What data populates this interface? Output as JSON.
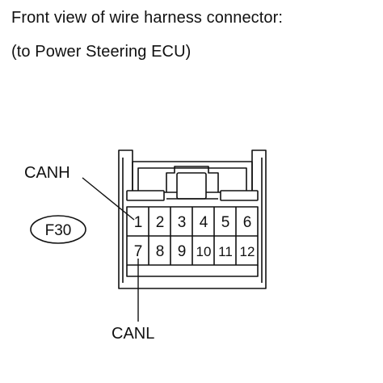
{
  "caption": {
    "line1": "Front view of wire harness connector:",
    "line2": "(to Power Steering ECU)"
  },
  "connector": {
    "code": "F30",
    "pins_row1": [
      "1",
      "2",
      "3",
      "4",
      "5",
      "6"
    ],
    "pins_row2": [
      "7",
      "8",
      "9",
      "10",
      "11",
      "12"
    ]
  },
  "labels": {
    "canh": "CANH",
    "canl": "CANL"
  }
}
